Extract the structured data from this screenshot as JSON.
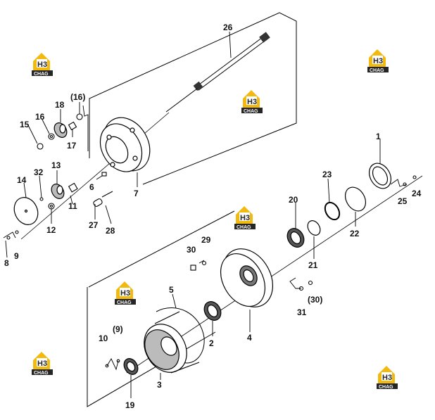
{
  "watermark": {
    "brand": "H3",
    "sub": "CHAG"
  },
  "colors": {
    "watermark_gold": "#f2b705",
    "watermark_dark": "#1a1a1a",
    "line": "#000000"
  },
  "labels": [
    "1",
    "2",
    "3",
    "4",
    "5",
    "6",
    "7",
    "8",
    "9",
    "10",
    "(9)",
    "11",
    "12",
    "13",
    "14",
    "15",
    "16",
    "(16)",
    "17",
    "18",
    "19",
    "20",
    "21",
    "22",
    "23",
    "24",
    "25",
    "26",
    "27",
    "28",
    "29",
    "30",
    "(30)",
    "31",
    "32"
  ]
}
